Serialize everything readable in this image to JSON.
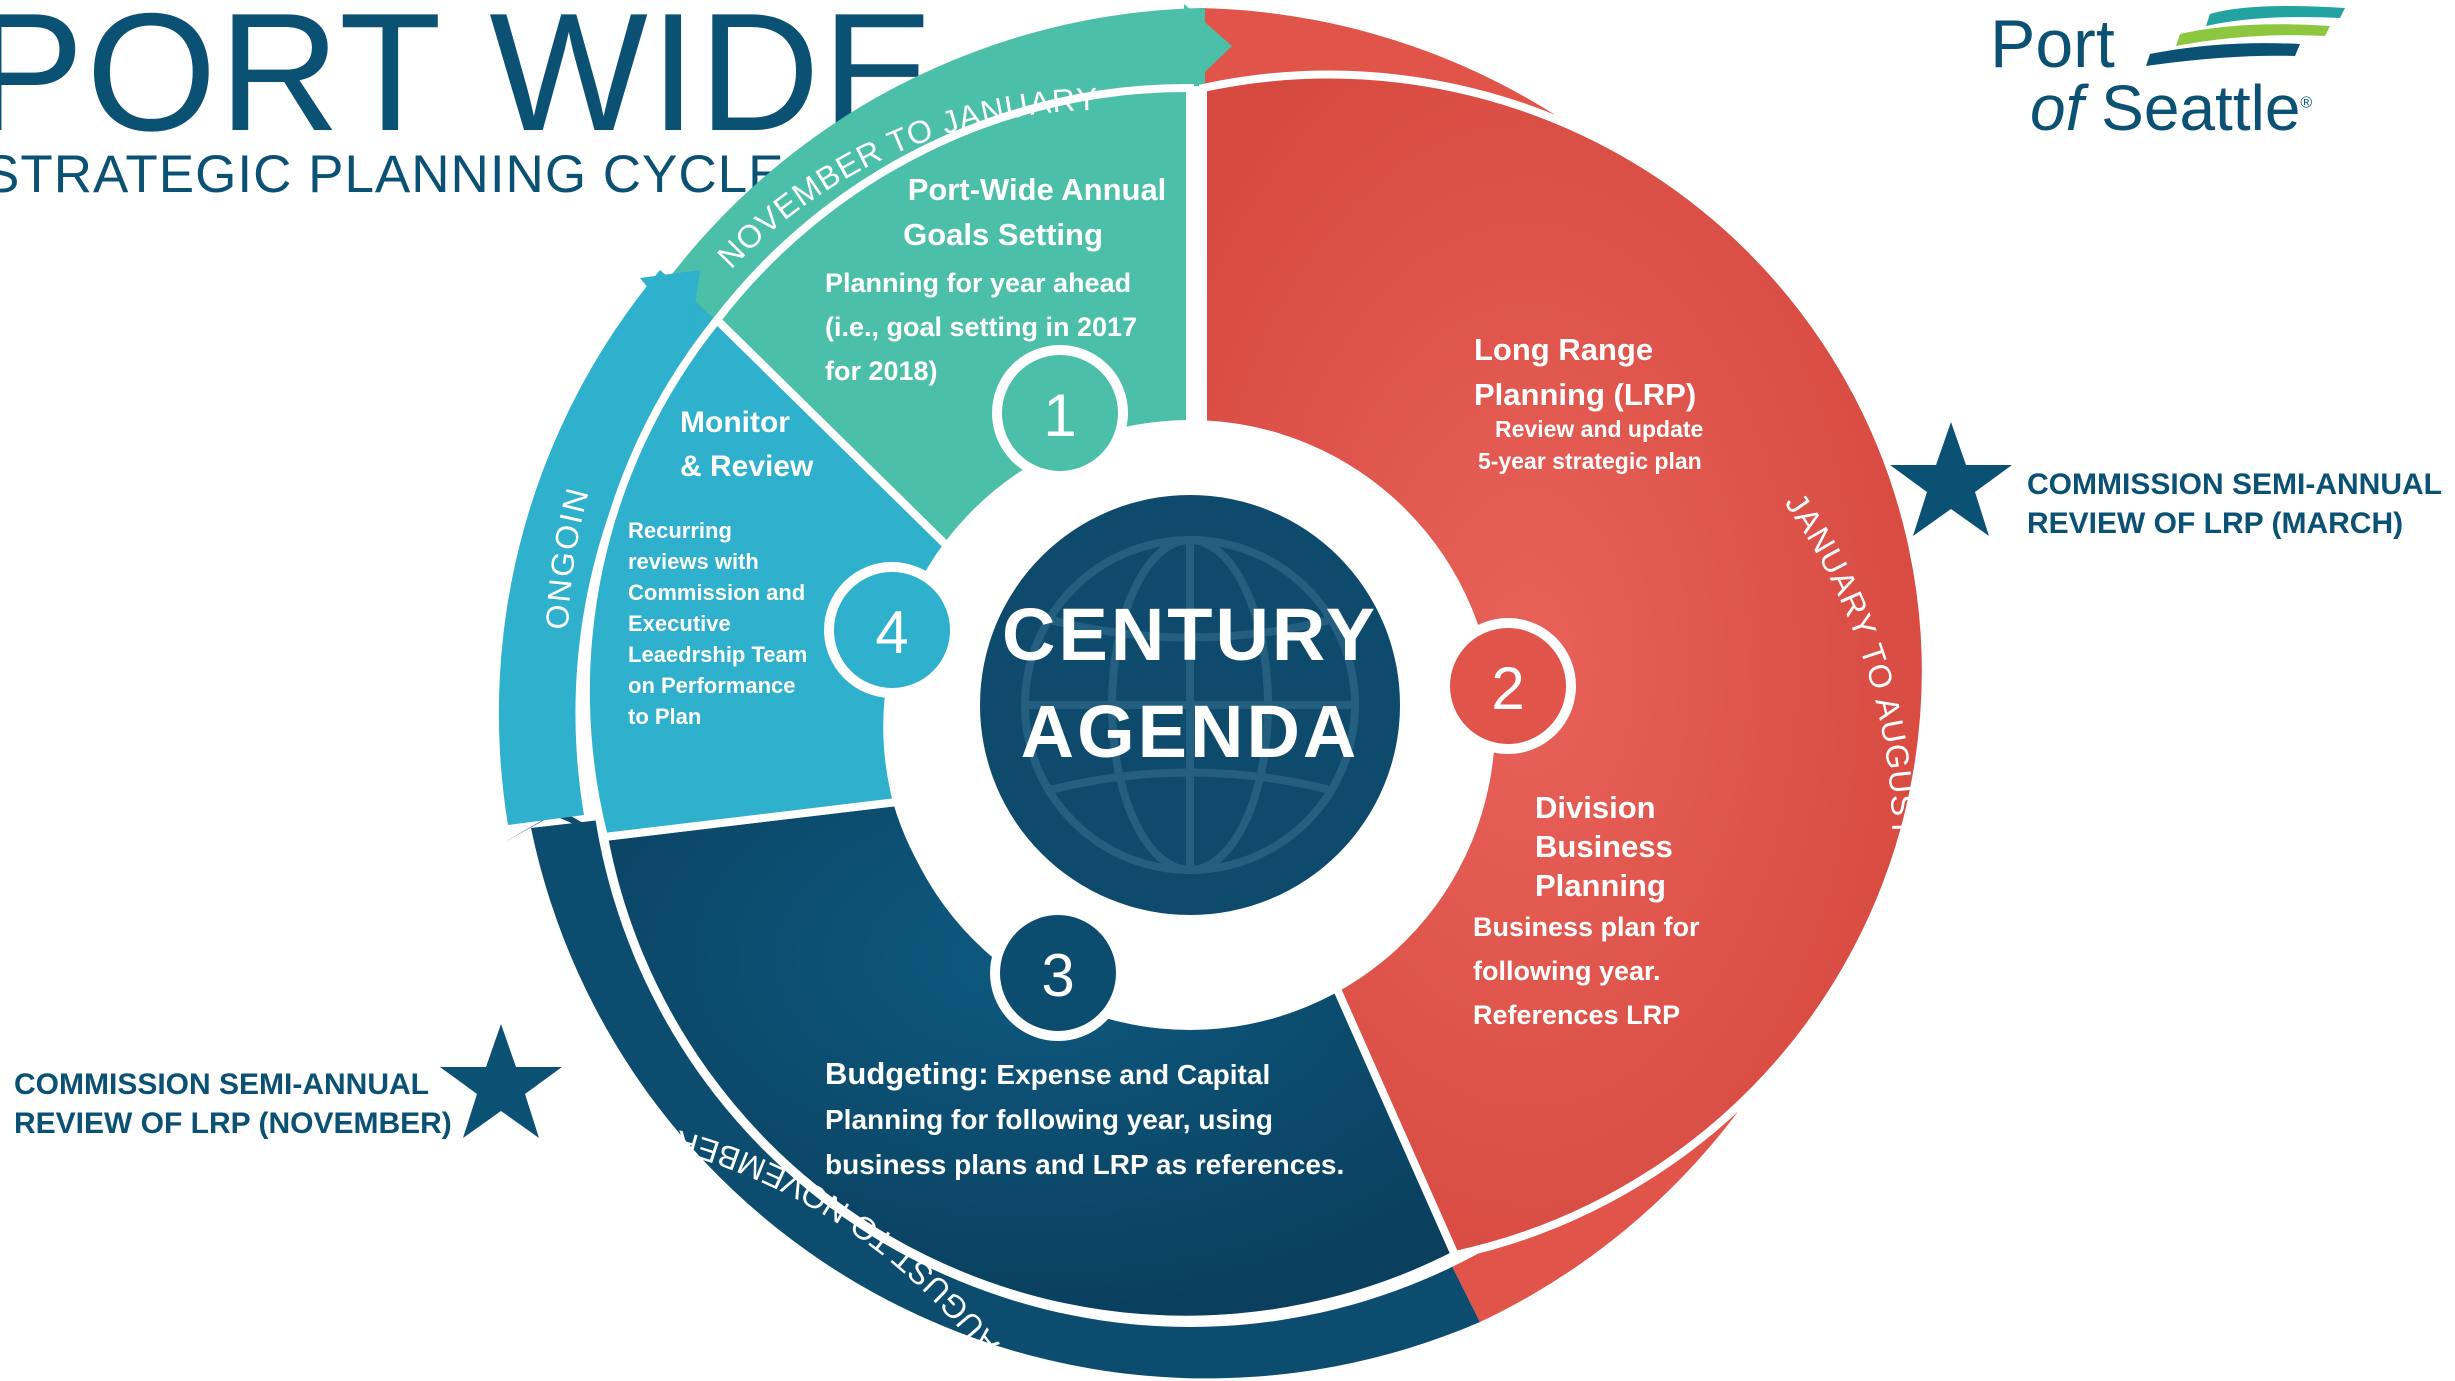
{
  "title": "PORT WIDE",
  "subtitle": "STRATEGIC PLANNING CYCLE",
  "logo": {
    "line1": "Port",
    "line2_prefix": "of",
    "line2_main": "Seattle",
    "registered": "®"
  },
  "center": {
    "line1": "CENTURY",
    "line2": "AGENDA"
  },
  "outer_arcs": [
    {
      "label": "NOVEMBER TO JANUARY"
    },
    {
      "label": "JANUARY TO AUGUST"
    },
    {
      "label": "AUGUST TO NOVEMBER"
    },
    {
      "label": "ONGOING"
    }
  ],
  "segments": [
    {
      "number": "1",
      "title_lines": [
        "Port-Wide Annual",
        "Goals Setting"
      ],
      "body_lines": [
        "Planning for year ahead",
        "(i.e., goal setting in 2017",
        "for 2018)"
      ]
    },
    {
      "number": "2",
      "lrp_title_lines": [
        "Long Range",
        "Planning (LRP)"
      ],
      "lrp_body_lines": [
        "Review  and update",
        "5-year strategic plan"
      ],
      "div_title_lines": [
        "Division",
        "Business",
        "Planning"
      ],
      "div_body_lines": [
        "Business plan for",
        "following year.",
        "References LRP"
      ]
    },
    {
      "number": "3",
      "bold_prefix": "Budgeting:",
      "body_first": " Expense and Capital",
      "body_lines": [
        "Planning for following year, using",
        "business plans and LRP as references."
      ]
    },
    {
      "number": "4",
      "title_lines": [
        "Monitor",
        "& Review"
      ],
      "body_lines": [
        "Recurring",
        "reviews with",
        "Commission and",
        "Executive",
        "Leaedrship Team",
        "on Performance",
        "to Plan"
      ]
    }
  ],
  "commission_reviews": [
    {
      "line1": "COMMISSION SEMI-ANNUAL",
      "line2": "REVIEW OF LRP (MARCH)"
    },
    {
      "line1": "COMMISSION SEMI-ANNUAL",
      "line2": "REVIEW OF LRP (NOVEMBER)"
    }
  ],
  "colors": {
    "navy": "#0b5174",
    "teal": "#4bbfa8",
    "red": "#e0544a",
    "cyan": "#2fb0cc",
    "dark_blue": "#0c4c6e",
    "center": "#0e4a6c",
    "logo_green": "#8dc63f",
    "logo_teal": "#22a3a1"
  }
}
